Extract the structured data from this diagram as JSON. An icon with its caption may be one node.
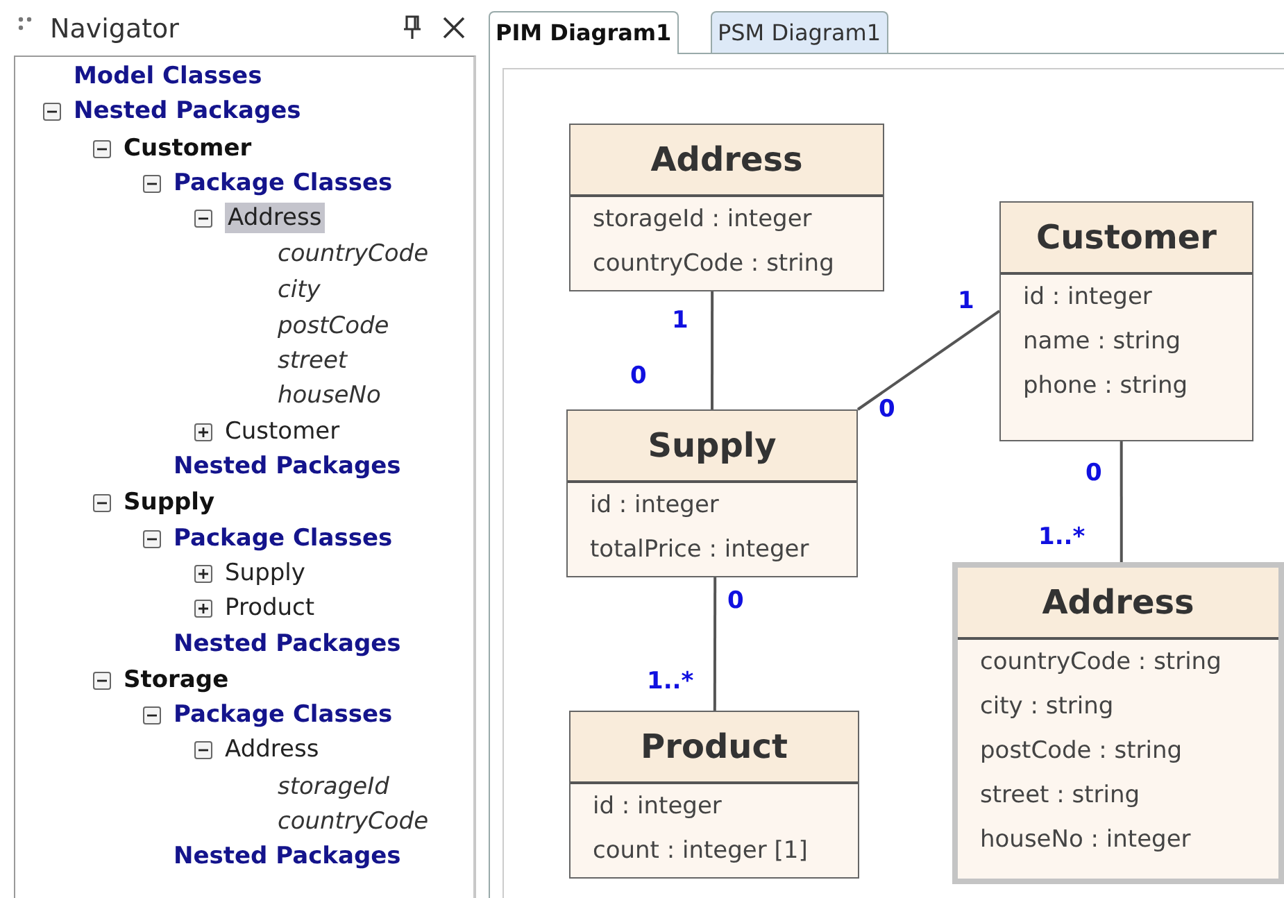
{
  "diagram": {
    "nodes": [
      {
        "text": [
          "Address",
          "storageId : integer",
          "countryCode : string"
        ],
        "beside": [
          "1"
        ]
      },
      {
        "text": [
          "Customer",
          "id : integer",
          "name : string",
          "phone : string"
        ],
        "beside": [
          "1",
          "0"
        ]
      },
      {
        "text": [
          "Supply",
          "id : integer",
          "totalPrice : integer"
        ],
        "beside": [
          "0",
          "0",
          "0"
        ]
      },
      {
        "text": [
          "Product",
          "id : integer",
          "count : integer [1]"
        ],
        "beside": [
          "1..*"
        ]
      },
      {
        "text": [
          "Address",
          "countryCode : string",
          "city : string",
          "postCode : string",
          "street : string",
          "houseNo : integer"
        ],
        "beside": [
          "1..*"
        ]
      }
    ],
    "edges": [
      {
        "from": 0,
        "to": 2,
        "arrow": "none"
      },
      {
        "from": 1,
        "to": 2,
        "arrow": "none"
      },
      {
        "from": 2,
        "to": 3,
        "arrow": "none"
      },
      {
        "from": 1,
        "to": 4,
        "arrow": "none"
      }
    ],
    "labels": [
      "Navigator",
      "Model Classes",
      "Nested Packages",
      "Customer",
      "Package Classes",
      "Address",
      "countryCode",
      "city",
      "postCode",
      "street",
      "houseNo",
      "Customer",
      "Nested Packages",
      "Supply",
      "Package Classes",
      "Supply",
      "Product",
      "Nested Packages",
      "Storage",
      "Package Classes",
      "Address",
      "storageId",
      "countryCode",
      "Nested Packages",
      "PIM Diagram1",
      "PSM Diagram1"
    ]
  }
}
